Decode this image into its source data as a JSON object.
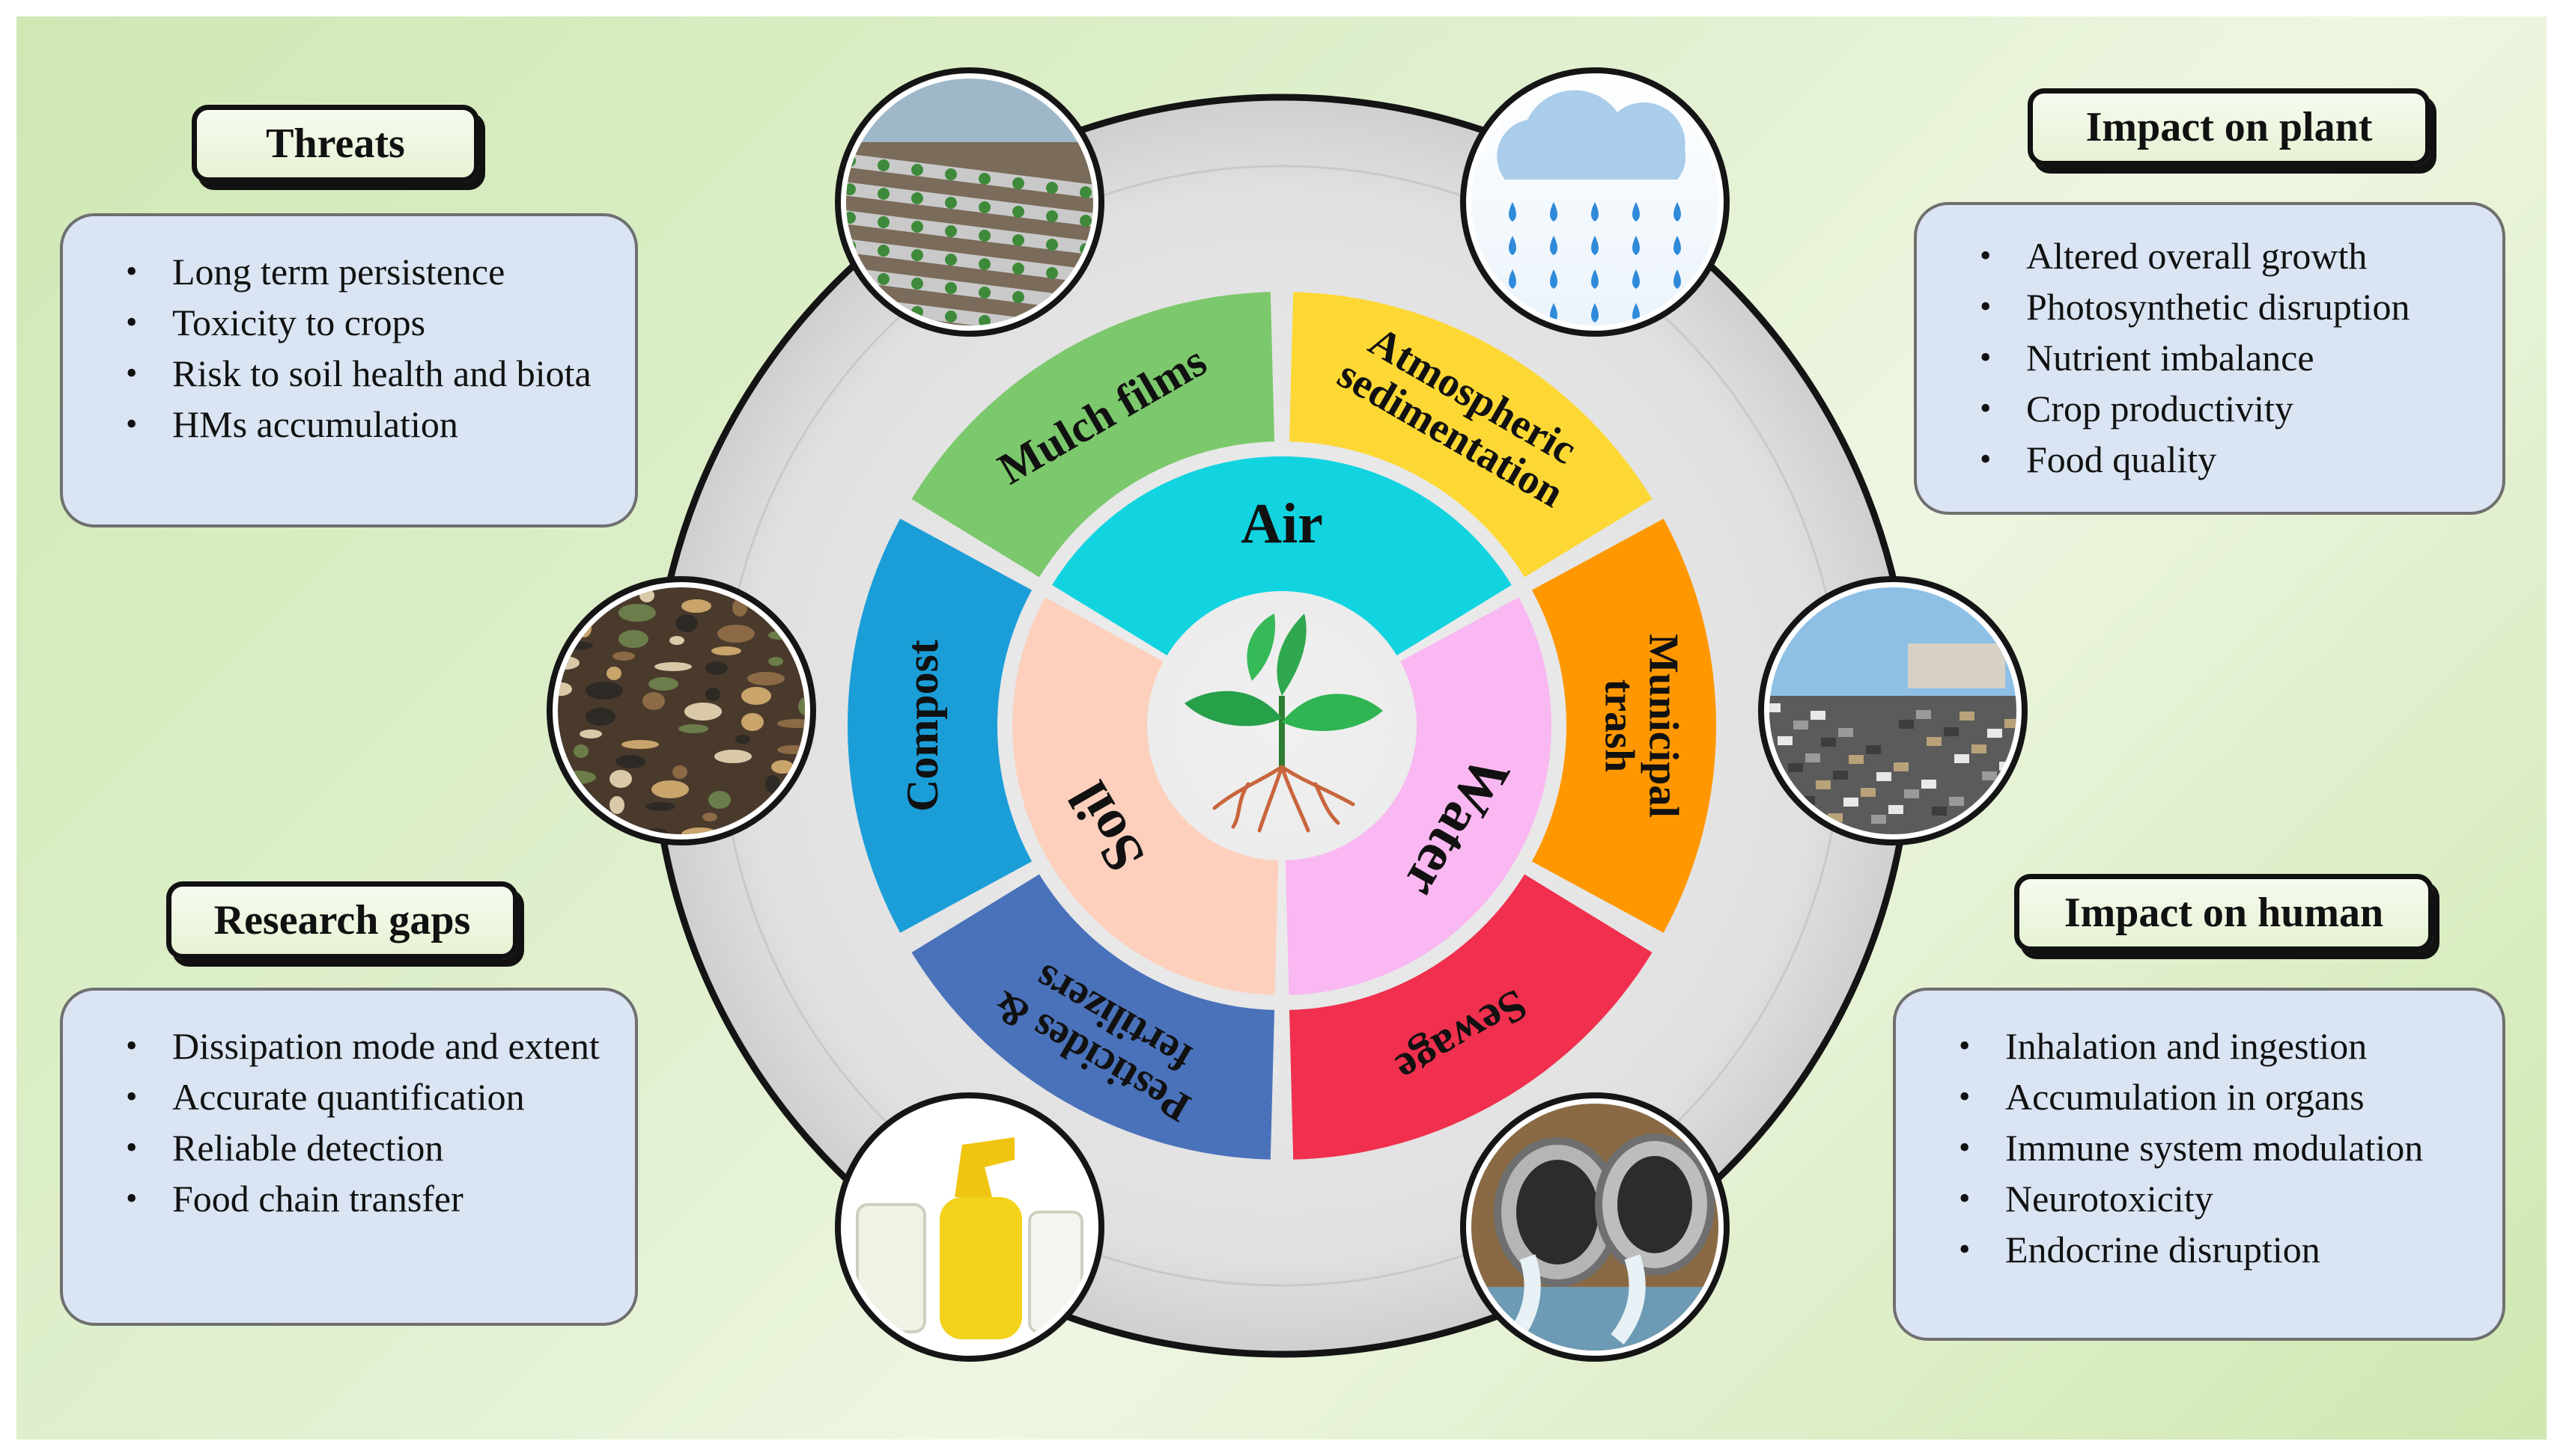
{
  "threats": {
    "title": "Threats",
    "items": [
      "Long term persistence",
      "Toxicity to crops",
      "Risk to soil health and biota",
      "HMs accumulation"
    ]
  },
  "research_gaps": {
    "title": "Research gaps",
    "items": [
      "Dissipation mode and extent",
      "Accurate quantification",
      "Reliable detection",
      "Food chain transfer"
    ]
  },
  "impact_on_plant": {
    "title": "Impact on plant",
    "items": [
      "Altered overall growth",
      "Photosynthetic disruption",
      "Nutrient imbalance",
      "Crop productivity",
      "Food quality"
    ]
  },
  "impact_on_human": {
    "title": "Impact on human",
    "items": [
      "Inhalation and ingestion",
      "Accumulation in organs",
      "Immune system modulation",
      "Neurotoxicity",
      "Endocrine disruption"
    ]
  },
  "media": {
    "air": "Air",
    "water": "Water",
    "soil": "Soil"
  },
  "sources": {
    "mulch": "Mulch films",
    "atmospheric_1": "Atmospheric",
    "atmospheric_2": "sedimentation",
    "municipal_1": "Municipal",
    "municipal_2": "trash",
    "sewage": "Sewage",
    "pesticides_1": "Pesticides &",
    "pesticides_2": "fertilizers",
    "compost": "Compost"
  },
  "colors": {
    "mulch": "#7cc86c",
    "atmospheric": "#fdd835",
    "municipal": "#ff9800",
    "sewage": "#f0304e",
    "pesticides": "#4a72bb",
    "compost": "#1b9ed8",
    "air": "#12d4e0",
    "water": "#f9b8f1",
    "soil": "#fdd0bd"
  },
  "photos": [
    "mulch-field-photo",
    "rain-cloud-icon",
    "landfill-photo",
    "drain-pipe-photo",
    "spray-bottle-photo",
    "compost-soil-photo"
  ]
}
